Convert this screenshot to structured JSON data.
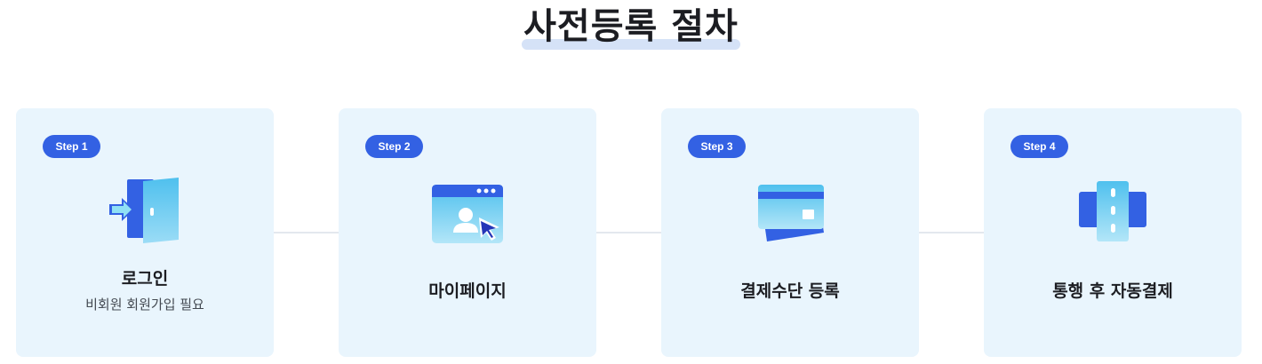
{
  "page": {
    "title": "사전등록 절차"
  },
  "steps": [
    {
      "badge": "Step 1",
      "label": "로그인",
      "sublabel": "비회원 회원가입 필요",
      "icon": "door-login-icon"
    },
    {
      "badge": "Step 2",
      "label": "마이페이지",
      "icon": "mypage-window-icon"
    },
    {
      "badge": "Step 3",
      "label": "결제수단 등록",
      "icon": "credit-card-icon"
    },
    {
      "badge": "Step 4",
      "label": "통행 후 자동결제",
      "icon": "road-toll-icon"
    }
  ],
  "colors": {
    "badge": "#3361e3",
    "card_background": "#e9f5fd",
    "title_highlight": "#d5e2f7",
    "icon_light": "#5ec8ef",
    "icon_dark": "#3361e3"
  }
}
